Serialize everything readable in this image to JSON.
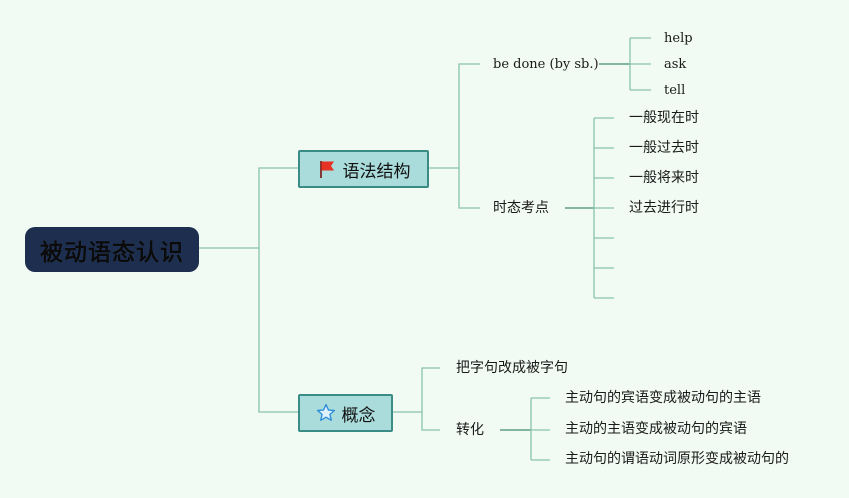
{
  "root": {
    "label": "被动语态认识"
  },
  "grammar": {
    "label": "语法结构",
    "icon": "red-flag-icon",
    "structure": {
      "label": "be done (by sb.)",
      "children": [
        "help",
        "ask",
        "tell"
      ]
    },
    "tense": {
      "label": "时态考点",
      "children": [
        "一般现在时",
        "一般过去时",
        "一般将来时",
        "过去进行时",
        "",
        "",
        ""
      ]
    }
  },
  "concept": {
    "label": "概念",
    "icon": "star-icon",
    "ba_sentence": {
      "label": "把字句改成被字句"
    },
    "transform": {
      "label": "转化",
      "children": [
        "主动句的宾语变成被动句的主语",
        "主动的主语变成被动句的宾语",
        "主动句的谓语动词原形变成被动句的"
      ]
    }
  },
  "colors": {
    "background": "#f1faf3",
    "root_fill": "#1d2e4f",
    "main_fill": "#a9dcda",
    "main_border": "#3c8c86",
    "connector": "#8ac2ad"
  }
}
